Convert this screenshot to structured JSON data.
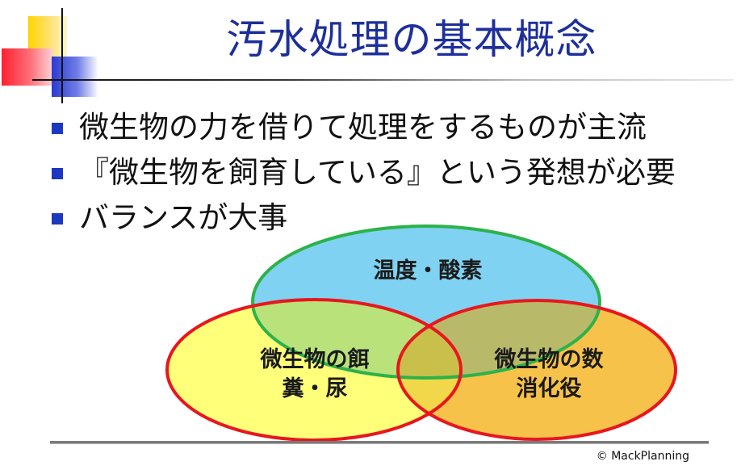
{
  "slide": {
    "title": "汚水処理の基本概念",
    "bullets": [
      "微生物の力を借りて処理をするものが主流",
      "『微生物を飼育している』という発想が必要",
      "バランスが大事"
    ]
  },
  "venn": {
    "top": {
      "label": "温度・酸素",
      "fill": "#7fd2f2",
      "stroke": "#2db24a"
    },
    "left": {
      "line1": "微生物の餌",
      "line2": "糞・尿",
      "fill": "#ffff7a",
      "stroke": "#e8161e"
    },
    "right": {
      "line1": "微生物の数",
      "line2": "消化役",
      "fill": "#f7c24a",
      "stroke": "#e8161e"
    }
  },
  "footer": {
    "copyright": "© MackPlanning"
  }
}
